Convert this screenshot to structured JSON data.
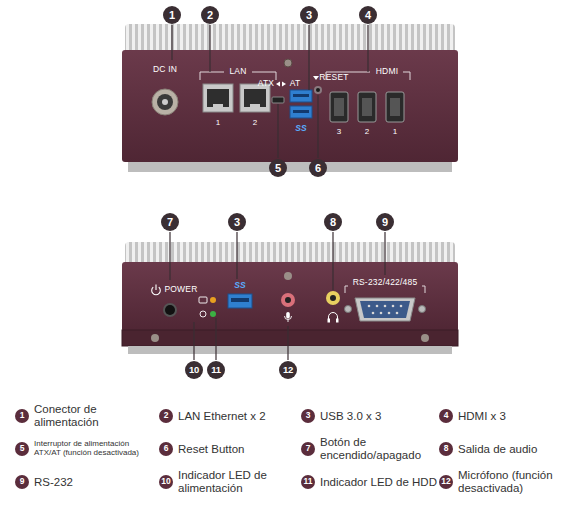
{
  "diagram": {
    "labels": [
      "1",
      "2",
      "3",
      "4",
      "DC IN",
      "LAN",
      "1",
      "2",
      "ATX",
      "AT",
      "RESET",
      "SS",
      "HDMI",
      "3",
      "2",
      "1",
      "5",
      "6",
      "7",
      "3",
      "8",
      "9",
      "POWER",
      "SS",
      "RS-232/422/485",
      "10",
      "11",
      "12",
      "1",
      "Conector de alimentación",
      "2",
      "LAN Ethernet x 2",
      "3",
      "USB 3.0 x 3",
      "4",
      "HDMI x 3",
      "5",
      "Interruptor de alimentación ATX/AT (función desactivada)",
      "6",
      "Reset Button",
      "7",
      "Botón de encendido/apagado",
      "8",
      "Salida de audio",
      "9",
      "RS-232",
      "10",
      "Indicador LED de alimentación",
      "11",
      "Indicador LED de HDD",
      "12",
      "Micrófono (función desactivada)"
    ]
  }
}
